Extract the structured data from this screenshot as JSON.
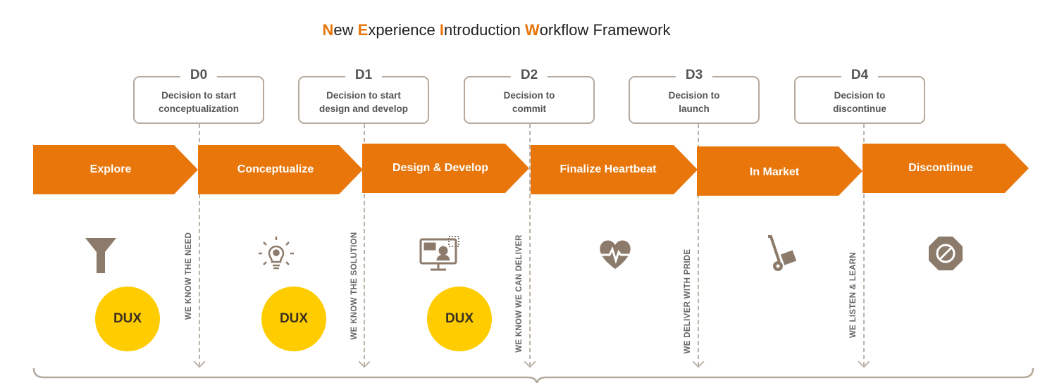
{
  "title": {
    "parts": [
      {
        "letter": "N",
        "rest": "ew "
      },
      {
        "letter": "E",
        "rest": "xperience "
      },
      {
        "letter": "I",
        "rest": "ntroduction "
      },
      {
        "letter": "W",
        "rest": "orkflow Framework"
      }
    ]
  },
  "gates": [
    {
      "code": "D0",
      "line1": "Decision to start",
      "line2": "conceptualization"
    },
    {
      "code": "D1",
      "line1": "Decision to start",
      "line2": "design and develop"
    },
    {
      "code": "D2",
      "line1": "Decision to",
      "line2": "commit"
    },
    {
      "code": "D3",
      "line1": "Decision to",
      "line2": "launch"
    },
    {
      "code": "D4",
      "line1": "Decision to",
      "line2": "discontinue"
    }
  ],
  "phases": [
    {
      "label": "Explore"
    },
    {
      "label": "Conceptualize"
    },
    {
      "label": "Design & Develop"
    },
    {
      "label": "Finalize Heartbeat"
    },
    {
      "label": "In Market"
    },
    {
      "label": "Discontinue"
    }
  ],
  "milestones": [
    "WE KNOW THE NEED",
    "WE KNOW THE SOLUTION",
    "WE KNOW WE CAN DELIVER",
    "WE DELIVER WITH PRIDE",
    "WE LISTEN & LEARN"
  ],
  "phase_icons": [
    "funnel-icon",
    "lightbulb-gear-icon",
    "design-screen-icon",
    "heartbeat-icon",
    "hand-truck-icon",
    "prohibited-icon"
  ],
  "dux": [
    "DUX",
    "DUX",
    "DUX"
  ],
  "colors": {
    "accent": "#e8760a",
    "dux": "#ffcc00",
    "icon": "#8c7b6b",
    "gate_border": "#b5a99d"
  }
}
